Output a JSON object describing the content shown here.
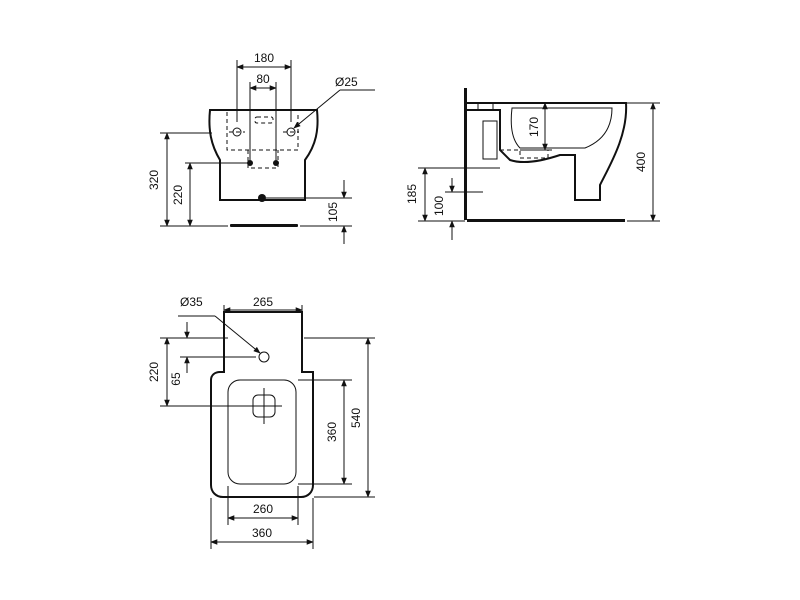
{
  "front_view": {
    "dim_180": "180",
    "dim_80": "80",
    "dim_d25": "Ø25",
    "dim_320": "320",
    "dim_220": "220",
    "dim_105": "105"
  },
  "side_view": {
    "dim_170": "170",
    "dim_400": "400",
    "dim_185": "185",
    "dim_100": "100"
  },
  "top_view": {
    "dim_d35": "Ø35",
    "dim_265": "265",
    "dim_220": "220",
    "dim_65": "65",
    "dim_360_v": "360",
    "dim_540": "540",
    "dim_260": "260",
    "dim_360_h": "360"
  }
}
